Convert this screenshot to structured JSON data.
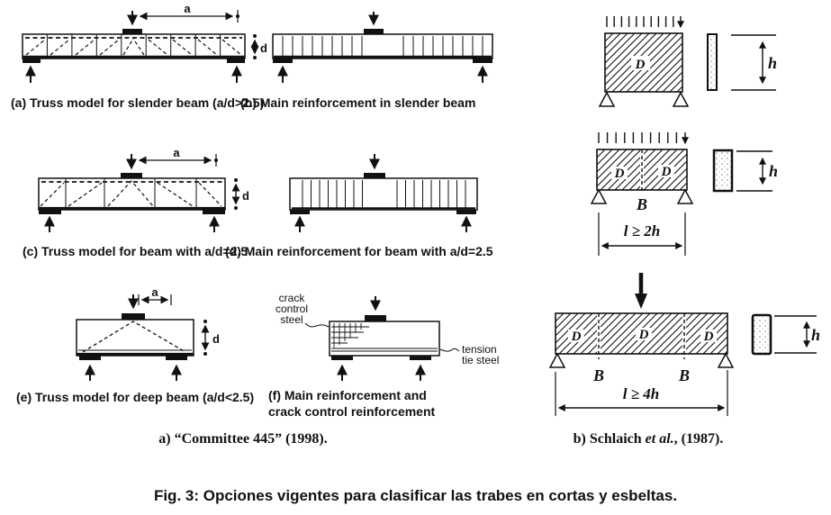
{
  "fig_caption": "Fig. 3: Opciones vigentes para clasificar las trabes en cortas y esbeltas.",
  "sources": {
    "a": "a) “Committee 445” (1998).",
    "b_pre": "b) Schlaich ",
    "b_italic": "et al.",
    "b_post": ", (1987)."
  },
  "panels": {
    "a": {
      "caption": "(a) Truss model for slender beam (a/d>2.5)",
      "dim_a": "a",
      "dim_d": "d"
    },
    "b": {
      "caption": "(b) Main reinforcement in slender beam"
    },
    "c": {
      "caption": "(c) Truss model for beam with a/d=2.5",
      "dim_a": "a",
      "dim_d": "d"
    },
    "d": {
      "caption": "(d) Main reinforcement for beam with a/d=2.5"
    },
    "e": {
      "caption": "(e) Truss model for deep beam (a/d<2.5)",
      "dim_a": "a",
      "dim_d": "d"
    },
    "f": {
      "caption_line1": "(f) Main reinforcement and",
      "caption_line2": "crack control reinforcement",
      "crack_label": [
        "crack",
        "control",
        "steel"
      ],
      "tension_label": [
        "tension",
        "tie steel"
      ]
    }
  },
  "schlaich": {
    "top": {
      "d": "D",
      "h": "h"
    },
    "middle": {
      "d1": "D",
      "d2": "D",
      "b": "B",
      "length": "l ≥ 2h",
      "h": "h"
    },
    "bottom": {
      "d1": "D",
      "d2": "D",
      "d3": "D",
      "b1": "B",
      "b2": "B",
      "length": "l ≥ 4h",
      "h": "h"
    }
  },
  "colors": {
    "ink": "#111111",
    "paper": "#ffffff"
  }
}
